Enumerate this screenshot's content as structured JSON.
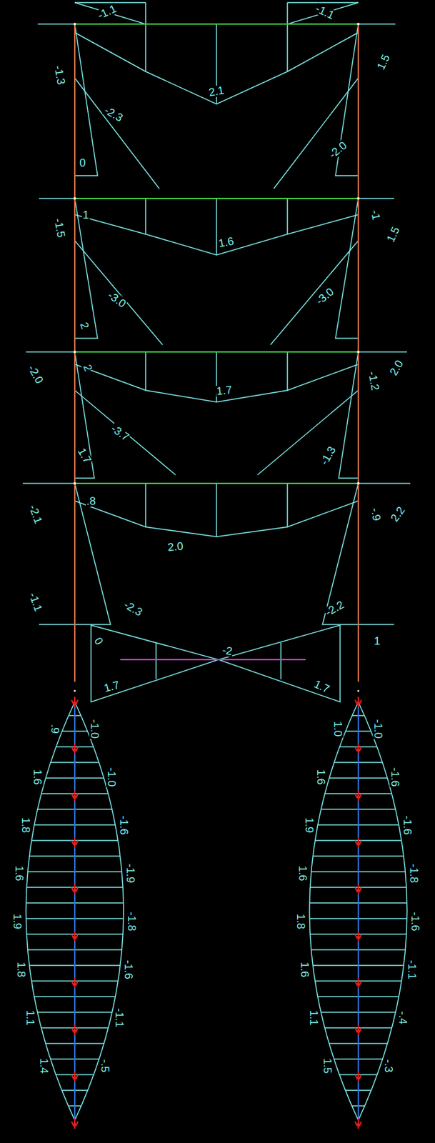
{
  "diagram": {
    "labels": [
      "-1.1",
      "-1.1",
      "2.1",
      "-1.3",
      "1.5",
      "-2.3",
      "0",
      "-2.0",
      "-1.5",
      "1",
      "1.6",
      "-1",
      "1.5",
      "-3.0",
      "2",
      "-3.0",
      "-2.0",
      "2",
      "1.7",
      "-1.2",
      "2.0",
      "-3.7",
      "1.7",
      "-1.3",
      "-2.1",
      ".8",
      "2.0",
      "-.9",
      "2.2",
      "-2.3",
      "0",
      "-2.2",
      "-1.1",
      "1",
      "-2",
      "1.7",
      "1.7",
      ".9",
      "1.6",
      "1.8",
      "1.6",
      "1.9",
      "1.8",
      "1.1",
      "1.4",
      "-1.0",
      "-1.0",
      "-1.6",
      "-1.9",
      "-1.8",
      "-1.6",
      "-1.1",
      "-.5",
      "1.0",
      "1.6",
      "1.9",
      "1.6",
      "1.8",
      "1.6",
      "1.1",
      "1.5",
      "-1.0",
      "-1.6",
      "-1.6",
      "-1.8",
      "-1.6",
      "-1.1",
      "-.4",
      "-.3"
    ]
  }
}
